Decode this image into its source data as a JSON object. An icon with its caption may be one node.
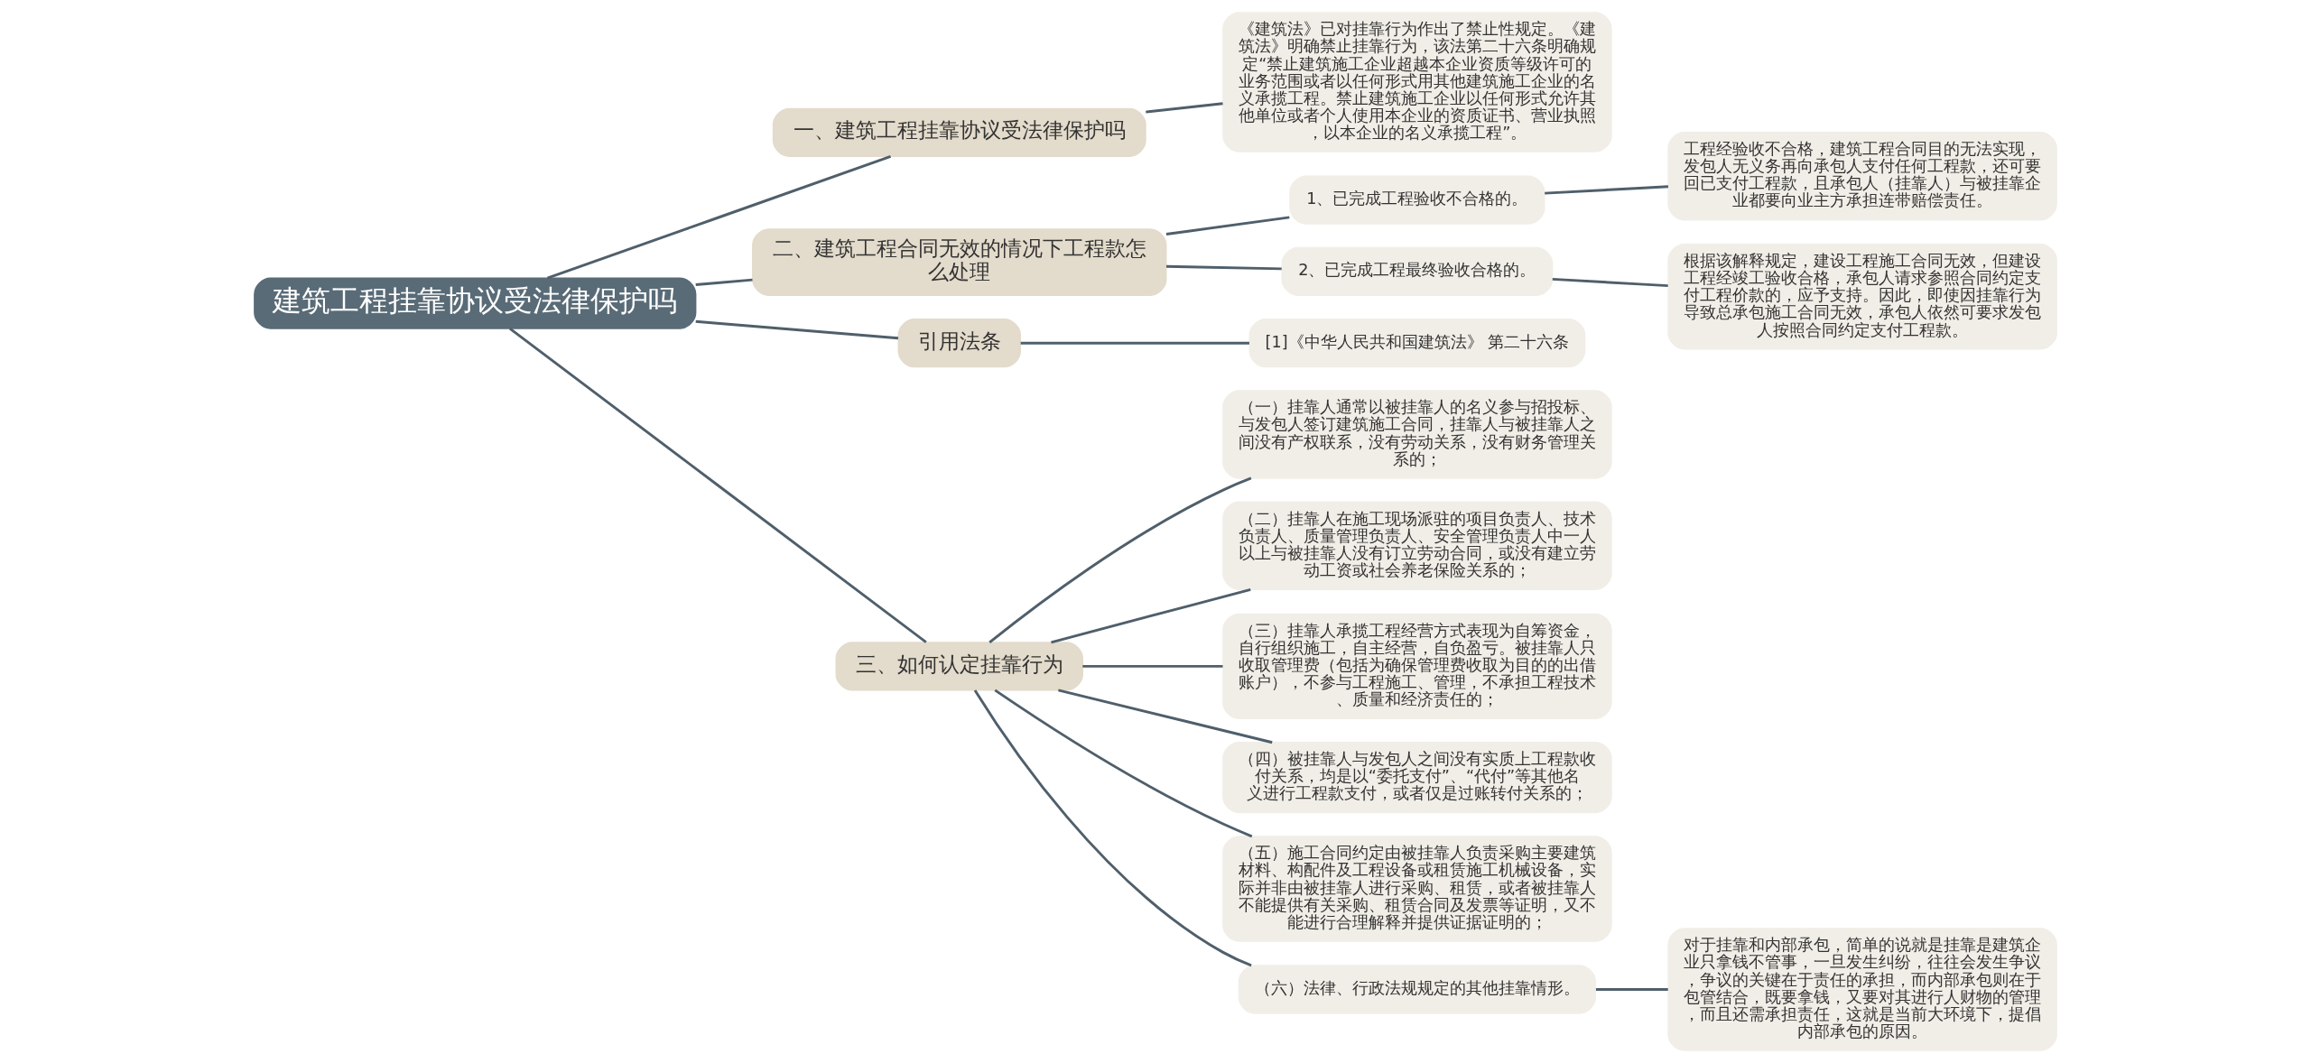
{
  "diagram": {
    "nodes": [
      {
        "text": [
          "建筑工程挂靠协议受法律保护吗"
        ]
      },
      {
        "text": [
          "一、建筑工程挂靠协议受法律保护吗"
        ]
      },
      {
        "text": [
          "《建筑法》已对挂靠行为作出了禁止性规定。《建筑法》明确禁止挂靠行为，该法第二十六条明确规定“禁止建筑施工企业超越本企业资质等级许可的业务范围或者以任何形式用其他建筑施工企业的名义承揽工程。禁止建筑施工企业以任何形式允许其他单位或者个人使用本企业的资质证书、营业执照，以本企业的名义承揽工程”。"
        ]
      },
      {
        "text": [
          "二、建筑工程合同无效的情况下工程款怎么处理"
        ]
      },
      {
        "text": [
          "1、已完成工程验收不合格的。"
        ]
      },
      {
        "text": [
          "工程经验收不合格，建筑工程合同目的无法实现，发包人无义务再向承包人支付任何工程款，还可要回已支付工程款，且承包人（挂靠人）与被挂靠企业都要向业主方承担连带赔偿责任。"
        ]
      },
      {
        "text": [
          "2、已完成工程最终验收合格的。"
        ]
      },
      {
        "text": [
          "根据该解释规定，建设工程施工合同无效，但建设工程经竣工验收合格，承包人请求参照合同约定支付工程价款的，应予支持。因此，即使因挂靠行为导致总承包施工合同无效，承包人依然可要求发包人按照合同约定支付工程款。"
        ]
      },
      {
        "text": [
          "引用法条"
        ]
      },
      {
        "text": [
          "[1]《中华人民共和国建筑法》 第二十六条"
        ]
      },
      {
        "text": [
          "三、如何认定挂靠行为"
        ]
      },
      {
        "text": [
          "（一）挂靠人通常以被挂靠人的名义参与招投标、与发包人签订建筑施工合同，挂靠人与被挂靠人之间没有产权联系，没有劳动关系，没有财务管理关系的；"
        ]
      },
      {
        "text": [
          "（二）挂靠人在施工现场派驻的项目负责人、技术负责人、质量管理负责人、安全管理负责人中一人以上与被挂靠人没有订立劳动合同，或没有建立劳动工资或社会养老保险关系的；"
        ]
      },
      {
        "text": [
          "（三）挂靠人承揽工程经营方式表现为自筹资金，自行组织施工，自主经营，自负盈亏。被挂靠人只收取管理费（包括为确保管理费收取为目的的出借账户），不参与工程施工、管理，不承担工程技术、质量和经济责任的；"
        ]
      },
      {
        "text": [
          "（四）被挂靠人与发包人之间没有实质上工程款收付关系，均是以“委托支付”、“代付”等其他名义进行工程款支付，或者仅是过账转付关系的；"
        ]
      },
      {
        "text": [
          "（五）施工合同约定由被挂靠人负责采购主要建筑材料、构配件及工程设备或租赁施工机械设备，实际并非由被挂靠人进行采购、租赁，或者被挂靠人不能提供有关采购、租赁合同及发票等证明，又不能进行合理解释并提供证据证明的；"
        ]
      },
      {
        "text": [
          "（六）法律、行政法规规定的其他挂靠情形。"
        ]
      },
      {
        "text": [
          "对于挂靠和内部承包，简单的说就是挂靠是建筑企业只拿钱不管事，一旦发生纠纷，往往会发生争议，争议的关键在于责任的承担，而内部承包则在于包管结合，既要拿钱，又要对其进行人财物的管理，而且还需承担责任，这就是当前大环境下，提倡内部承包的原因。"
        ]
      }
    ],
    "edges": [
      {
        "from": 0,
        "to": 1,
        "arrow": "none"
      },
      {
        "from": 1,
        "to": 2,
        "arrow": "none"
      },
      {
        "from": 0,
        "to": 3,
        "arrow": "none"
      },
      {
        "from": 3,
        "to": 4,
        "arrow": "none"
      },
      {
        "from": 4,
        "to": 5,
        "arrow": "none"
      },
      {
        "from": 3,
        "to": 6,
        "arrow": "none"
      },
      {
        "from": 6,
        "to": 7,
        "arrow": "none"
      },
      {
        "from": 0,
        "to": 8,
        "arrow": "none"
      },
      {
        "from": 8,
        "to": 9,
        "arrow": "none"
      },
      {
        "from": 0,
        "to": 10,
        "arrow": "none"
      },
      {
        "from": 10,
        "to": 11,
        "arrow": "none"
      },
      {
        "from": 10,
        "to": 12,
        "arrow": "none"
      },
      {
        "from": 10,
        "to": 13,
        "arrow": "none"
      },
      {
        "from": 10,
        "to": 14,
        "arrow": "none"
      },
      {
        "from": 10,
        "to": 15,
        "arrow": "none"
      },
      {
        "from": 10,
        "to": 16,
        "arrow": "none"
      },
      {
        "from": 16,
        "to": 17,
        "arrow": "none"
      }
    ]
  }
}
